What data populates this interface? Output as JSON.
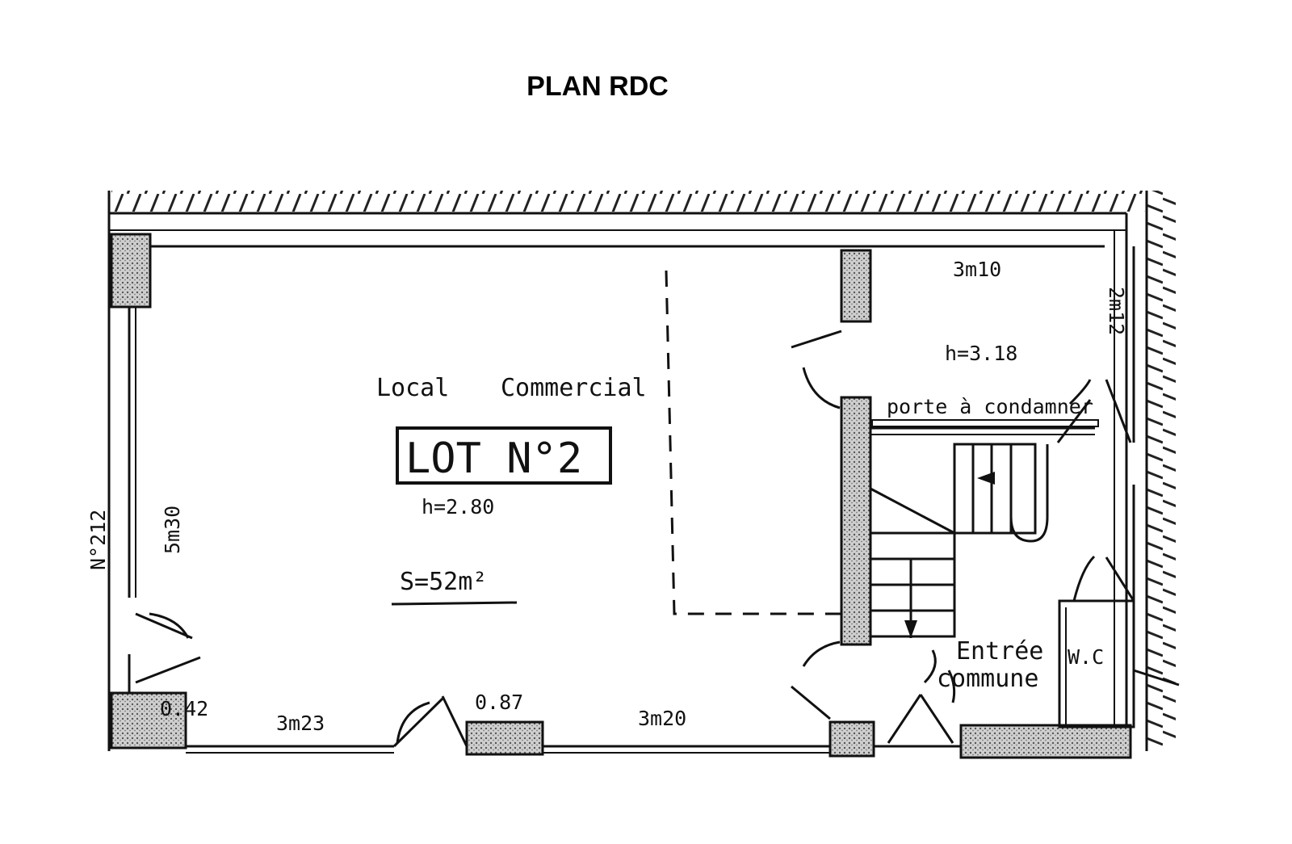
{
  "title": "PLAN RDC",
  "rooms": {
    "local_label": "Local",
    "commercial_label": "Commercial",
    "lot_label": "LOT N°2",
    "height_main": "h=2.80",
    "surface": "S=52m²",
    "height_annex": "h=3.18",
    "door_note": "porte à condamner",
    "entree_line1": "Entrée",
    "entree_line2": "commune",
    "wc": "W.C"
  },
  "dimensions": {
    "left_wall": "5m30",
    "top_right": "3m10",
    "right_wall": "2m12",
    "bottom_a": "0.42",
    "bottom_b": "3m23",
    "bottom_c": "0.87",
    "bottom_d": "3m20"
  },
  "neighbor": "N°212",
  "colors": {
    "ink": "#111111",
    "hatch": "#222222",
    "pillar": "#8a8a8a"
  }
}
